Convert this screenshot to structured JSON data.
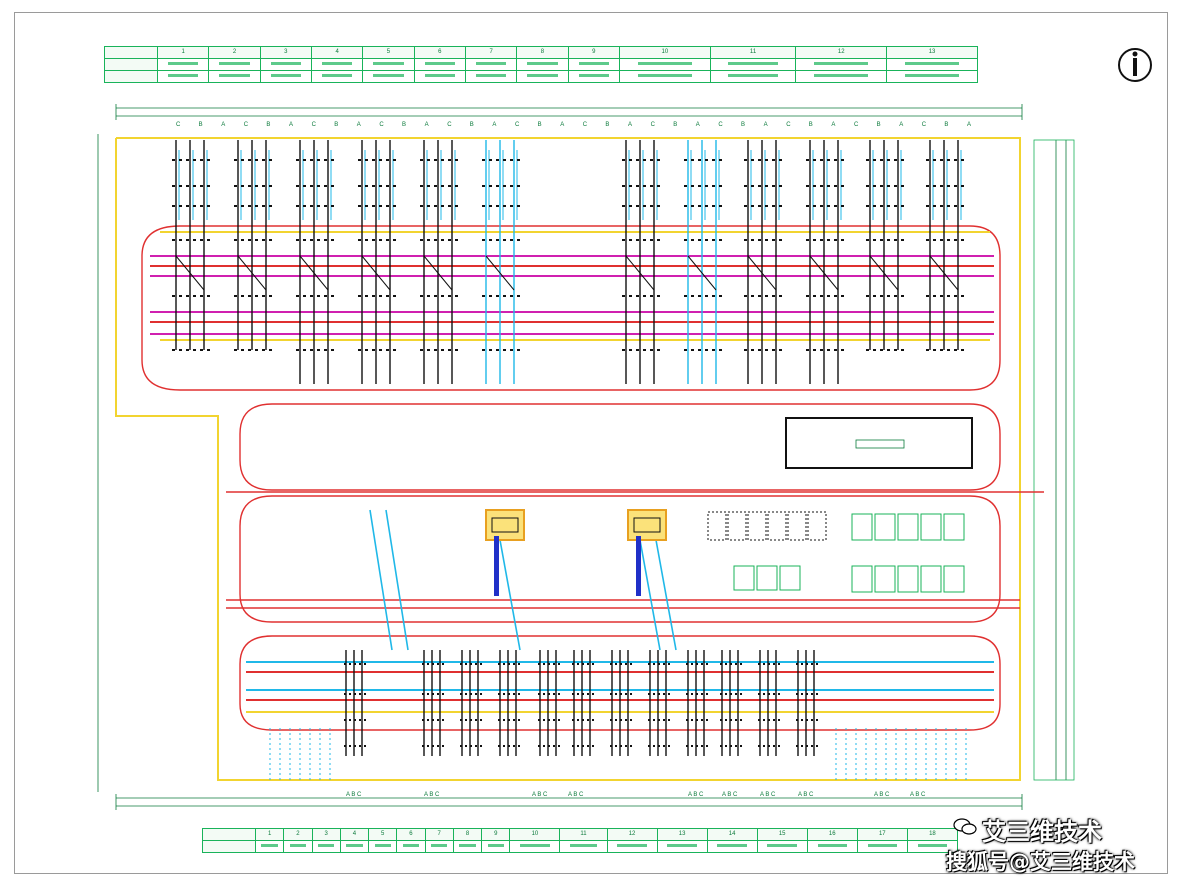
{
  "top_table": {
    "columns": [
      "1",
      "2",
      "3",
      "4",
      "5",
      "6",
      "7",
      "8",
      "9",
      "10",
      "11",
      "12",
      "13"
    ]
  },
  "bottom_table": {
    "columns": [
      "1",
      "2",
      "3",
      "4",
      "5",
      "6",
      "7",
      "8",
      "9",
      "10",
      "11",
      "12",
      "13",
      "14",
      "15",
      "16",
      "17",
      "18"
    ]
  },
  "phase_labels": {
    "top_row": [
      "C",
      "B",
      "A",
      "C",
      "B",
      "A",
      "C",
      "B",
      "A",
      "C",
      "B",
      "A",
      "C",
      "B",
      "A",
      "C",
      "B",
      "A",
      "C",
      "B",
      "A",
      "C",
      "B",
      "A",
      "C",
      "B",
      "A",
      "C",
      "B",
      "A",
      "C",
      "B",
      "A",
      "C",
      "B",
      "A"
    ],
    "bottom_groups": [
      "A B C",
      "A B C",
      "A B C",
      "A B C",
      "A B C",
      "A B C",
      "A B C",
      "A B C",
      "A B C",
      "A B C"
    ]
  },
  "watermark": {
    "top": "艾三维技术",
    "bottom": "搜狐号@艾三维技术"
  },
  "colors": {
    "background": "#ffffff",
    "outline_yellow": "#f2d430",
    "bus_red": "#e03030",
    "bus_magenta": "#d020b0",
    "bus_cyan": "#20b8e8",
    "bus_blue": "#2050e0",
    "equipment_black": "#111111",
    "table_green": "#19b35a",
    "text_green": "#0b7a3b"
  }
}
